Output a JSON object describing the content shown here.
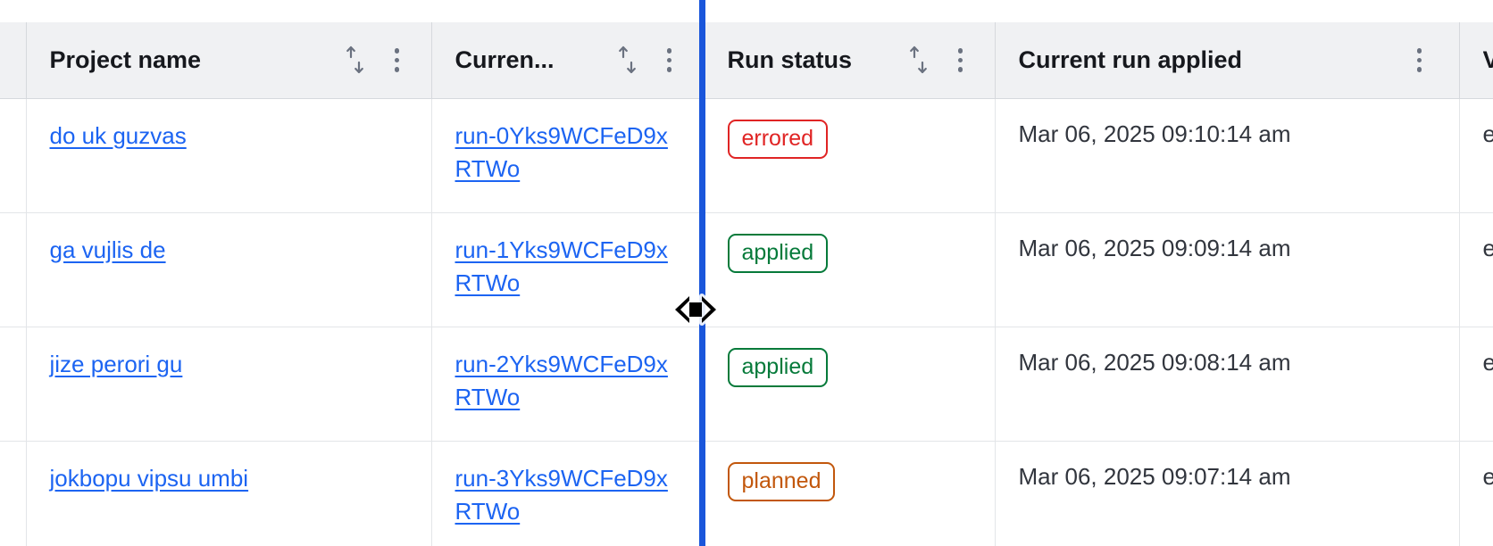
{
  "table": {
    "columns": [
      {
        "key": "select",
        "label": "",
        "sortable": false,
        "has_menu": false
      },
      {
        "key": "name",
        "label": "Project name",
        "sortable": true,
        "has_menu": true
      },
      {
        "key": "run",
        "label": "Curren...",
        "sortable": true,
        "has_menu": true
      },
      {
        "key": "status",
        "label": "Run status",
        "sortable": true,
        "has_menu": true
      },
      {
        "key": "applied",
        "label": "Current run applied",
        "sortable": false,
        "has_menu": true
      },
      {
        "key": "vcs",
        "label": "V",
        "sortable": false,
        "has_menu": false
      }
    ],
    "rows": [
      {
        "project_name": "do uk guzvas",
        "current_run": "run-0Yks9WCFeD9xRTWo",
        "run_status": "errored",
        "run_status_kind": "errored",
        "current_run_applied": "Mar 06, 2025 09:10:14 am",
        "vcs": "e"
      },
      {
        "project_name": "ga vujlis de",
        "current_run": "run-1Yks9WCFeD9xRTWo",
        "run_status": "applied",
        "run_status_kind": "applied",
        "current_run_applied": "Mar 06, 2025 09:09:14 am",
        "vcs": "e"
      },
      {
        "project_name": "jize perori gu",
        "current_run": "run-2Yks9WCFeD9xRTWo",
        "run_status": "applied",
        "run_status_kind": "applied",
        "current_run_applied": "Mar 06, 2025 09:08:14 am",
        "vcs": "e"
      },
      {
        "project_name": "jokbopu vipsu umbi",
        "current_run": "run-3Yks9WCFeD9xRTWo",
        "run_status": "planned",
        "run_status_kind": "planned",
        "current_run_applied": "Mar 06, 2025 09:07:14 am",
        "vcs": "e"
      }
    ]
  },
  "icons": {
    "sort": "sort-ascending-descending-icon",
    "menu": "kebab-menu-icon",
    "cursor": "column-resize-cursor"
  },
  "interaction": {
    "column_resize_active": true,
    "resize_boundary_x": 783
  },
  "colors": {
    "link": "#1c64f2",
    "resize_indicator": "#1a56db",
    "header_bg": "#f0f1f3",
    "status_errored": "#e02424",
    "status_applied": "#067a3a",
    "status_planned": "#c2570c",
    "text": "#31353d",
    "header_text": "#16181d",
    "border": "#e3e5e8"
  }
}
